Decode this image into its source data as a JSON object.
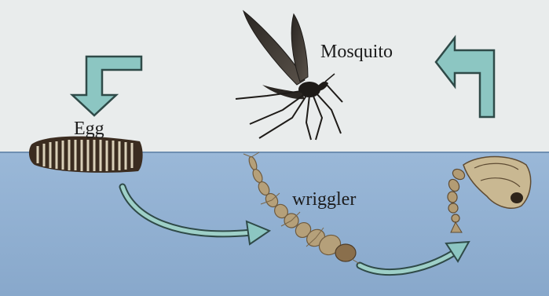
{
  "diagram": {
    "labels": {
      "mosquito": "Mosquito",
      "egg": "Egg",
      "wriggler": "wriggler"
    },
    "colors": {
      "sky": "#e9ecec",
      "water": "#8fb0d2",
      "arrow_fill": "#8cc6c2",
      "arrow_stroke": "#2f4a48",
      "insect_dark": "#1e1b18",
      "larva_tan": "#b5a07a",
      "egg_raft": "#3b2c20"
    },
    "icons": [
      "mosquito-icon",
      "egg-raft-icon",
      "wriggler-larva-icon",
      "pupa-icon"
    ]
  }
}
